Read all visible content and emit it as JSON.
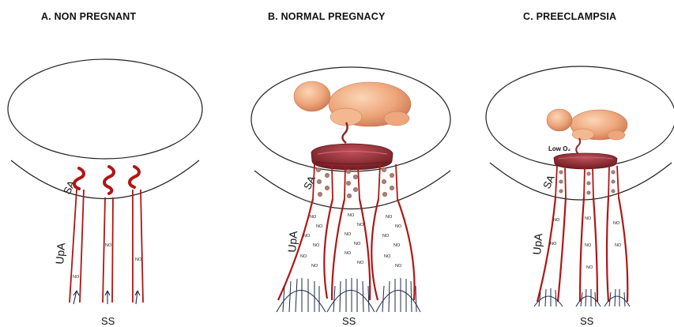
{
  "titles": {
    "a": "A. NON PREGNANT",
    "b": "B. NORMAL PREGNACY",
    "c": "C. PREECLAMPSIA"
  },
  "labels": {
    "spiral_artery": "SA",
    "uterine_artery": "UpA",
    "systemic_supply": "SS",
    "no_marker": "NO",
    "low_oxygen": "Low O₂"
  },
  "colors": {
    "vessel": "#b01616",
    "outline": "#222222",
    "placenta": "#8c2a30",
    "fetus": "#f0b48a",
    "spiral_bead": "#8a8aa8",
    "flow_arrows": "#1d2a4a"
  },
  "icons": [
    "fetus-icon",
    "placenta-icon",
    "flow-arrows-icon"
  ]
}
